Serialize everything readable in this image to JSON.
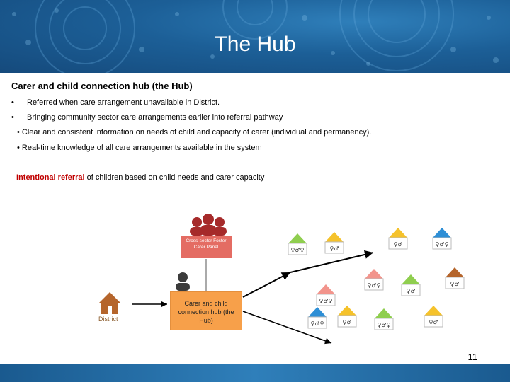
{
  "slide": {
    "title": "The Hub",
    "subtitle": "Carer and child connection hub (the Hub)",
    "bullets": [
      "Referred when care arrangement unavailable in District.",
      "Bringing community sector care arrangements earlier into referral pathway"
    ],
    "sub_bullets": [
      "Clear and consistent information on needs of child and capacity of carer (individual and permanency).",
      "Real-time knowledge of all care arrangements available in the system"
    ],
    "lead_highlight": "Intentional referral",
    "lead_rest": " of children based on child needs and carer capacity",
    "page_number": "11"
  },
  "diagram": {
    "panel_label": "Cross-sector Foster Carer Panel",
    "hub_label": "Carer and child connection hub (the Hub)",
    "district_label": "District",
    "colors": {
      "panel": "#e46c63",
      "panel_people": "#a62a2a",
      "hub": "#f7a04a",
      "district_house": "#b5652c",
      "green": "#8fce4f",
      "blue": "#2e8fd6",
      "yellow": "#f5c22b",
      "pink": "#f2948c",
      "brown": "#b5652c",
      "person": "#3b3b3b"
    },
    "houses": [
      {
        "color": "green",
        "people": "♀♂♀"
      },
      {
        "color": "yellow",
        "people": "♀♂"
      },
      {
        "color": "yellow",
        "people": "♀♂"
      },
      {
        "color": "blue",
        "people": "♀♂♀"
      },
      {
        "color": "pink",
        "people": "♀♂♀"
      },
      {
        "color": "pink",
        "people": "♀♂♀"
      },
      {
        "color": "green",
        "people": "♀♂"
      },
      {
        "color": "brown",
        "people": "♀♂"
      },
      {
        "color": "blue",
        "people": "♀♂♀"
      },
      {
        "color": "yellow",
        "people": "♀♂"
      },
      {
        "color": "green",
        "people": "♀♂♀"
      },
      {
        "color": "yellow",
        "people": "♀♂"
      }
    ]
  }
}
